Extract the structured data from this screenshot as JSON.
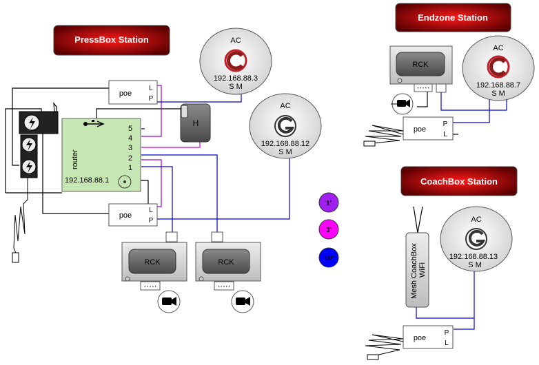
{
  "stations": {
    "pressbox": "PressBox Station",
    "endzone": "Endzone Station",
    "coachbox": "CoachBox Station"
  },
  "access_points": [
    {
      "ap_label": "AC",
      "ip": "192.168.88.3",
      "ports": "S M",
      "logo": "c-logo-icon"
    },
    {
      "ap_label": "AC",
      "ip": "192.168.88.12",
      "ports": "S M",
      "logo": "g-logo-icon"
    },
    {
      "ap_label": "AC",
      "ip": "192.168.88.7",
      "ports": "S M",
      "logo": "c-logo-icon"
    },
    {
      "ap_label": "AC",
      "ip": "192.168.88.13",
      "ports": "S M",
      "logo": "g-logo-icon"
    }
  ],
  "poe": {
    "label": "poe",
    "l": "L",
    "p": "P"
  },
  "router": {
    "label": "router",
    "ip": "192.168.88.1",
    "ports": [
      "5",
      "4",
      "3",
      "2",
      "1"
    ]
  },
  "hub_label": "H",
  "rck_label": "RCK",
  "mesh_label": "Mesh CoachBox WiFi",
  "mesh_lines": [
    "Mesh CoachBox",
    "WiFi"
  ],
  "cable_legend": [
    {
      "label": "1'",
      "color": "#a020f0"
    },
    {
      "label": "3'",
      "color": "#ff00ff"
    },
    {
      "label": "10'",
      "color": "#0000ff"
    }
  ],
  "colors": {
    "station_title_bg": "#8b0000",
    "router_green": "#c6e6b3",
    "cable_blue": "#0000cc",
    "cable_purple": "#9900cc",
    "cable_magenta": "#cc00cc"
  }
}
